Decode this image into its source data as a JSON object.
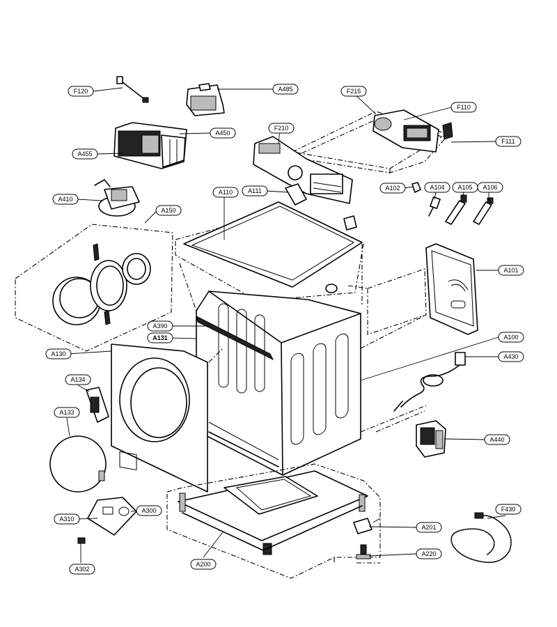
{
  "labels": {
    "F120": "F120",
    "A485": "A485",
    "F215": "F215",
    "F110": "F110",
    "A450": "A450",
    "F210": "F210",
    "F111": "F111",
    "A455": "A455",
    "A110": "A110",
    "A111": "A111",
    "A102": "A102",
    "A104": "A104",
    "A105": "A105",
    "A106": "A106",
    "A410": "A410",
    "A150": "A150",
    "A101": "A101",
    "A390": "A390",
    "A131": "A131",
    "A100": "A100",
    "A130": "A130",
    "A430": "A430",
    "A134": "A134",
    "A133": "A133",
    "A440": "A440",
    "A310": "A310",
    "A300": "A300",
    "F430": "F430",
    "A201": "A201",
    "A220": "A220",
    "A200": "A200",
    "A302": "A302"
  }
}
